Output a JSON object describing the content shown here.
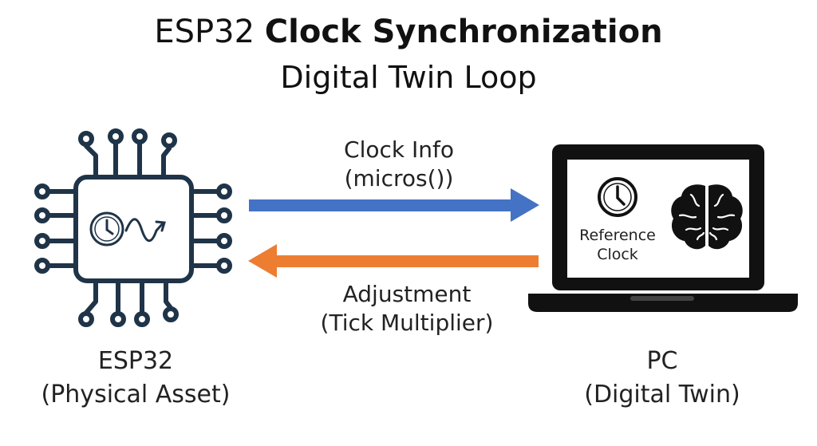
{
  "title": {
    "prefix": "ESP32",
    "main": "Clock Synchronization",
    "subtitle": "Digital Twin Loop"
  },
  "nodes": {
    "esp32": {
      "line1": "ESP32",
      "line2": "(Physical Asset)",
      "icon": "microchip-icon"
    },
    "pc": {
      "line1": "PC",
      "line2": "(Digital Twin)",
      "icon": "laptop-icon",
      "screen_label_1": "Reference",
      "screen_label_2": "Clock"
    }
  },
  "arrows": {
    "forward": {
      "line1": "Clock Info",
      "line2": "(micros())",
      "color": "#4472C4"
    },
    "backward": {
      "line1": "Adjustment",
      "line2": "(Tick Multiplier)",
      "color": "#ED7D31"
    }
  },
  "colors": {
    "chip": "#1F3448",
    "laptop": "#111111",
    "text": "#222222"
  }
}
